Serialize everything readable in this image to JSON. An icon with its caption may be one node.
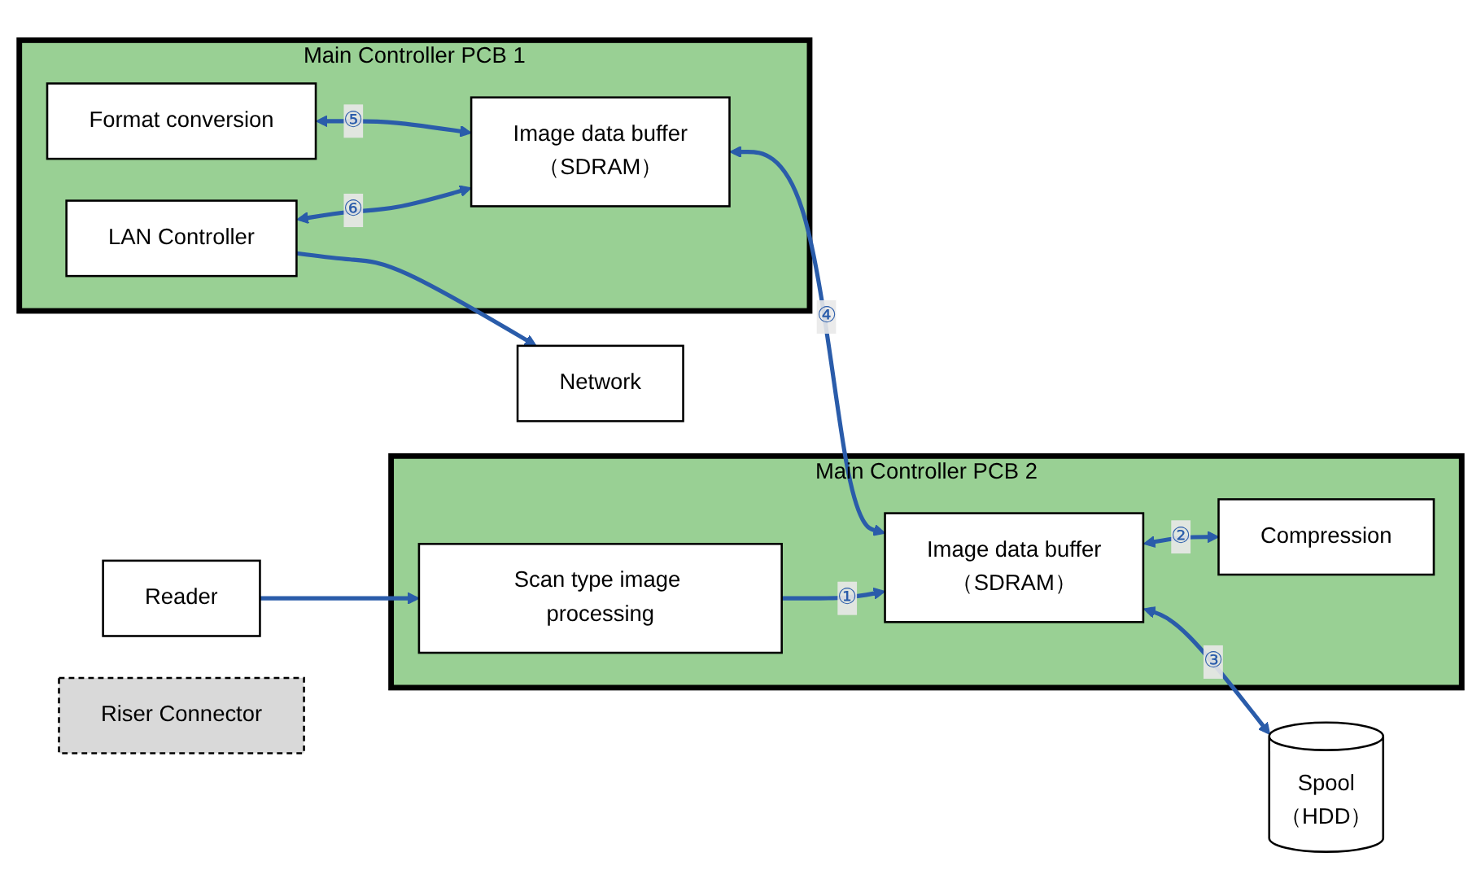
{
  "diagram": {
    "nodes": [
      {
        "text": [
          "Reader"
        ]
      },
      {
        "text": [
          "Main Controller PCB 1"
        ]
      },
      {
        "text": [
          "Format conversion"
        ],
        "in": 1
      },
      {
        "text": [
          "Image data buffer",
          "（SDRAM）"
        ],
        "in": 1
      },
      {
        "text": [
          "LAN Controller"
        ],
        "in": 1
      },
      {
        "text": [
          "Main Controller PCB 2"
        ]
      },
      {
        "text": [
          "Image data buffer",
          "（SDRAM）"
        ],
        "in": 5
      },
      {
        "text": [
          "Scan type image processing"
        ],
        "in": 5
      },
      {
        "text": [
          "Compression"
        ],
        "in": 5
      },
      {
        "text": [
          "Riser Connector"
        ]
      },
      {
        "text": [
          "Network"
        ]
      },
      {
        "text": [
          "Spool",
          "（HDD）"
        ]
      }
    ],
    "edges": [
      {
        "from": 0,
        "to": 7,
        "arrow": "to"
      },
      {
        "from": 7,
        "to": 6,
        "arrow": "to",
        "label": "①"
      },
      {
        "from": 6,
        "to": 8,
        "arrow": "both",
        "label": "②"
      },
      {
        "from": 6,
        "to": 11,
        "arrow": "both",
        "label": "③"
      },
      {
        "from": 3,
        "to": 6,
        "arrow": "both",
        "label": "④"
      },
      {
        "from": 2,
        "to": 3,
        "arrow": "both",
        "label": "⑤"
      },
      {
        "from": 4,
        "to": 3,
        "arrow": "both",
        "label": "⑥"
      },
      {
        "from": 4,
        "to": 10,
        "arrow": "to"
      }
    ]
  }
}
